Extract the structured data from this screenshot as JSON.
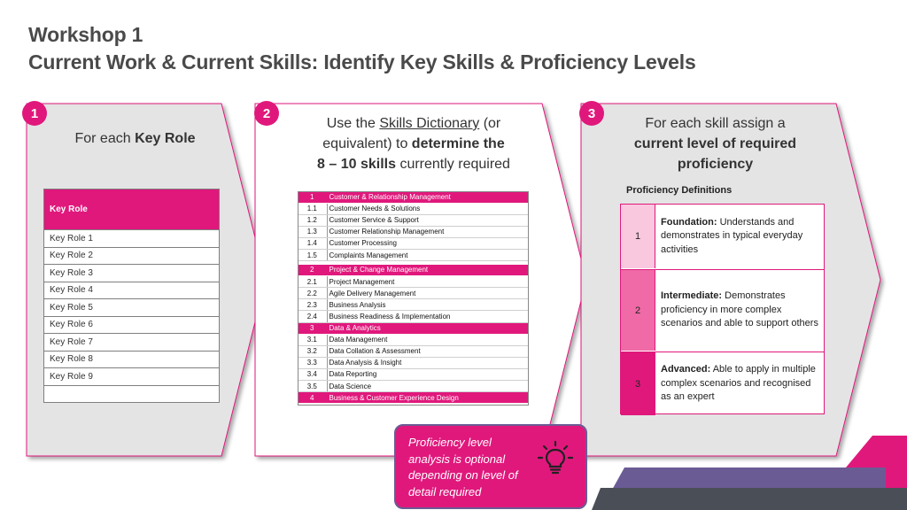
{
  "title": {
    "line1": "Workshop 1",
    "line2": "Current Work & Current Skills: Identify Key Skills & Proficiency Levels"
  },
  "steps": [
    {
      "number": "1",
      "text_pre": "For each ",
      "text_bold": "Key Role"
    },
    {
      "number": "2",
      "line1_pre": "Use the ",
      "line1_link": "Skills Dictionary",
      "line1_post": " (or",
      "line2_pre": "equivalent) to ",
      "line2_bold": "determine the",
      "line3_bold": "8 – 10 skills",
      "line3_post": " currently required"
    },
    {
      "number": "3",
      "line1": "For each skill assign a",
      "line2_bold": "current level of required",
      "line3_bold": "proficiency"
    }
  ],
  "key_role_table": {
    "header": "Key Role",
    "rows": [
      "Key Role 1",
      "Key Role 2",
      "Key Role 3",
      "Key Role 4",
      "Key Role 5",
      "Key Role 6",
      "Key Role 7",
      "Key Role 8",
      "Key Role 9",
      ""
    ]
  },
  "skills_table": [
    {
      "num": "1",
      "label": "Customer & Relationship Management",
      "category": true
    },
    {
      "num": "1.1",
      "label": "Customer Needs & Solutions"
    },
    {
      "num": "1.2",
      "label": "Customer Service & Support"
    },
    {
      "num": "1.3",
      "label": "Customer Relationship Management"
    },
    {
      "num": "1.4",
      "label": "Customer Processing"
    },
    {
      "num": "1.5",
      "label": "Complaints Management"
    },
    {
      "num": "2",
      "label": "Project & Change Management",
      "category": true
    },
    {
      "num": "2.1",
      "label": "Project Management"
    },
    {
      "num": "2.2",
      "label": "Agile Delivery Management"
    },
    {
      "num": "2.3",
      "label": "Business Analysis"
    },
    {
      "num": "2.4",
      "label": "Business Readiness & Implementation"
    },
    {
      "num": "3",
      "label": "Data & Analytics",
      "category": true
    },
    {
      "num": "3.1",
      "label": "Data Management"
    },
    {
      "num": "3.2",
      "label": "Data Collation & Assessment"
    },
    {
      "num": "3.3",
      "label": "Data Analysis & Insight"
    },
    {
      "num": "3.4",
      "label": "Data Reporting"
    },
    {
      "num": "3.5",
      "label": "Data Science"
    },
    {
      "num": "4",
      "label": "Business & Customer Experience Design",
      "category": true
    }
  ],
  "proficiency": {
    "title": "Proficiency Definitions",
    "levels": [
      {
        "num": "1",
        "name": "Foundation:",
        "desc": " Understands and demonstrates in typical everyday activities",
        "color": "#f9c8df"
      },
      {
        "num": "2",
        "name": "Intermediate:",
        "desc": " Demonstrates proficiency in more complex scenarios and able to support others",
        "color": "#ef6aa6"
      },
      {
        "num": "3",
        "name": "Advanced:",
        "desc": " Able to apply in multiple complex scenarios and recognised as an expert",
        "color": "#e0187c"
      }
    ]
  },
  "note": {
    "text": "Proficiency level analysis is optional depending on level of detail required",
    "icon": "lightbulb-icon"
  },
  "colors": {
    "accent": "#e0187c",
    "panel": "#e4e4e4",
    "title": "#4a4a4a"
  }
}
